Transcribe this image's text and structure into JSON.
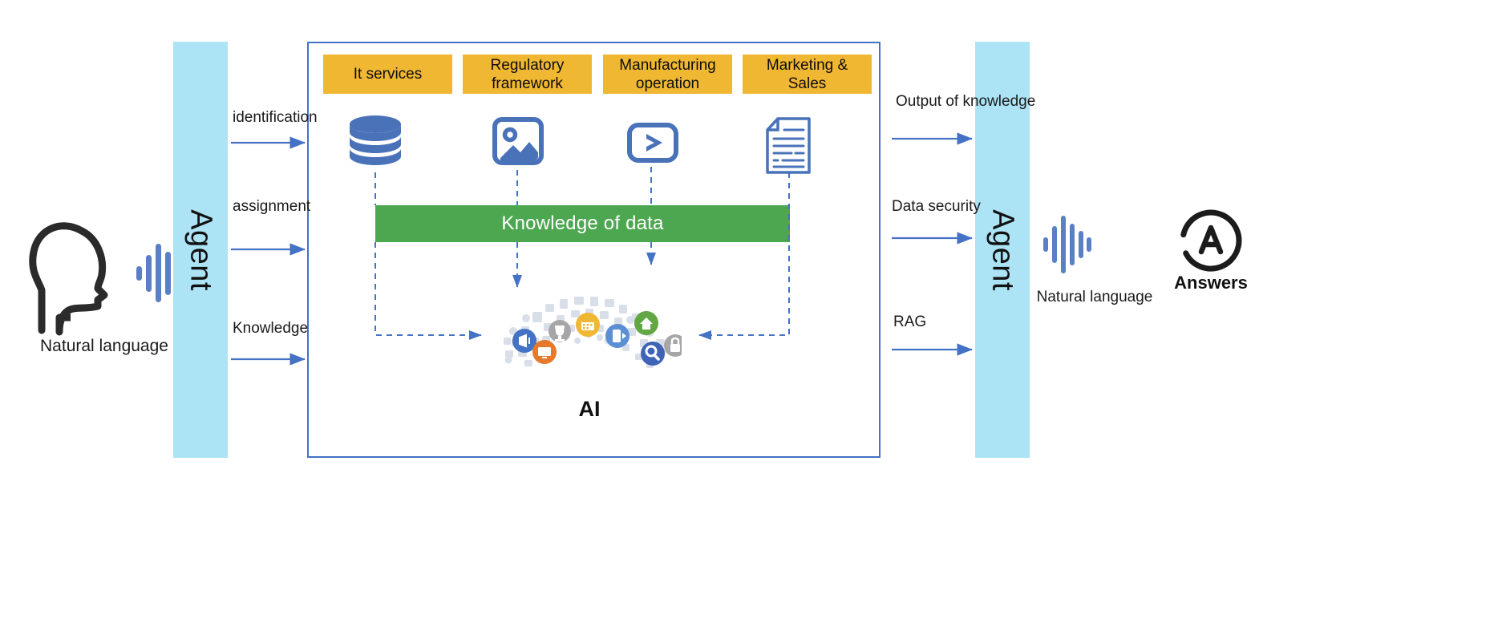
{
  "diagram": {
    "title": "Agent RAG Knowledge Flow",
    "colors": {
      "agent_bar": "#ACE3F5",
      "chip": "#F0B732",
      "knowledge_bar": "#4CA750",
      "panel_border": "#4472C4",
      "arrow": "#4472C4",
      "text": "#1a1a1a"
    }
  },
  "left": {
    "user_icon": "head-profile-icon",
    "voice_icon": "voice-waveform-icon",
    "caption": "Natural language"
  },
  "agent_left": {
    "label": "Agent"
  },
  "agent_right": {
    "label": "Agent"
  },
  "flows_in": [
    {
      "label": "identification",
      "icon": "arrow-right-icon"
    },
    {
      "label": "assignment",
      "icon": "arrow-right-icon"
    },
    {
      "label": "Knowledge",
      "icon": "arrow-right-icon"
    }
  ],
  "flows_out": [
    {
      "label": "Output of knowledge",
      "icon": "arrow-right-icon"
    },
    {
      "label": "Data security",
      "icon": "arrow-right-icon"
    },
    {
      "label": "RAG",
      "icon": "arrow-right-icon"
    }
  ],
  "panel": {
    "chips": [
      {
        "label": "It services"
      },
      {
        "label": "Regulatory framework"
      },
      {
        "label": "Manufacturing operation"
      },
      {
        "label": "Marketing & Sales"
      }
    ],
    "sources": [
      {
        "name": "database-icon"
      },
      {
        "name": "image-icon"
      },
      {
        "name": "video-play-icon"
      },
      {
        "name": "document-icon"
      }
    ],
    "knowledge_bar": {
      "label": "Knowledge of data"
    },
    "ai": {
      "label": "AI",
      "badges": [
        {
          "name": "megaphone-icon",
          "color": "#4472C4"
        },
        {
          "name": "monitor-icon",
          "color": "#E8792B"
        },
        {
          "name": "trophy-icon",
          "color": "#A6A6A6"
        },
        {
          "name": "calendar-icon",
          "color": "#F0B732"
        },
        {
          "name": "mobile-icon",
          "color": "#5B8FD4"
        },
        {
          "name": "home-icon",
          "color": "#63A744"
        },
        {
          "name": "search-icon",
          "color": "#3F63B5"
        },
        {
          "name": "lock-icon",
          "color": "#A6A6A6"
        }
      ]
    }
  },
  "right": {
    "voice_icon": "voice-waveform-icon",
    "caption": "Natural language",
    "answers": {
      "label": "Answers",
      "icon": "circle-a-logo-icon"
    }
  }
}
